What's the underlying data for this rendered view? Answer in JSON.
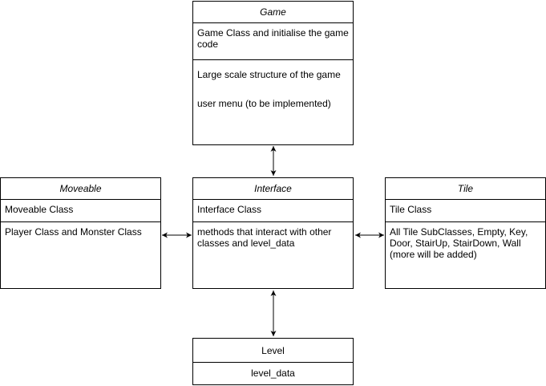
{
  "classes": {
    "game": {
      "name": "Game",
      "desc": "Game Class and initialise the game code",
      "body1": "Large scale structure of the game",
      "body2": "user menu (to be implemented)"
    },
    "moveable": {
      "name": "Moveable",
      "desc": "Moveable Class",
      "body": "Player Class and Monster Class"
    },
    "interface": {
      "name": "Interface",
      "desc": "Interface Class",
      "body": "methods that interact with other classes and level_data"
    },
    "tile": {
      "name": "Tile",
      "desc": "Tile Class",
      "body": "All Tile SubClasses, Empty, Key, Door, StairUp, StairDown, Wall (more will be added)"
    },
    "level": {
      "name": "Level",
      "desc": "level_data"
    }
  }
}
